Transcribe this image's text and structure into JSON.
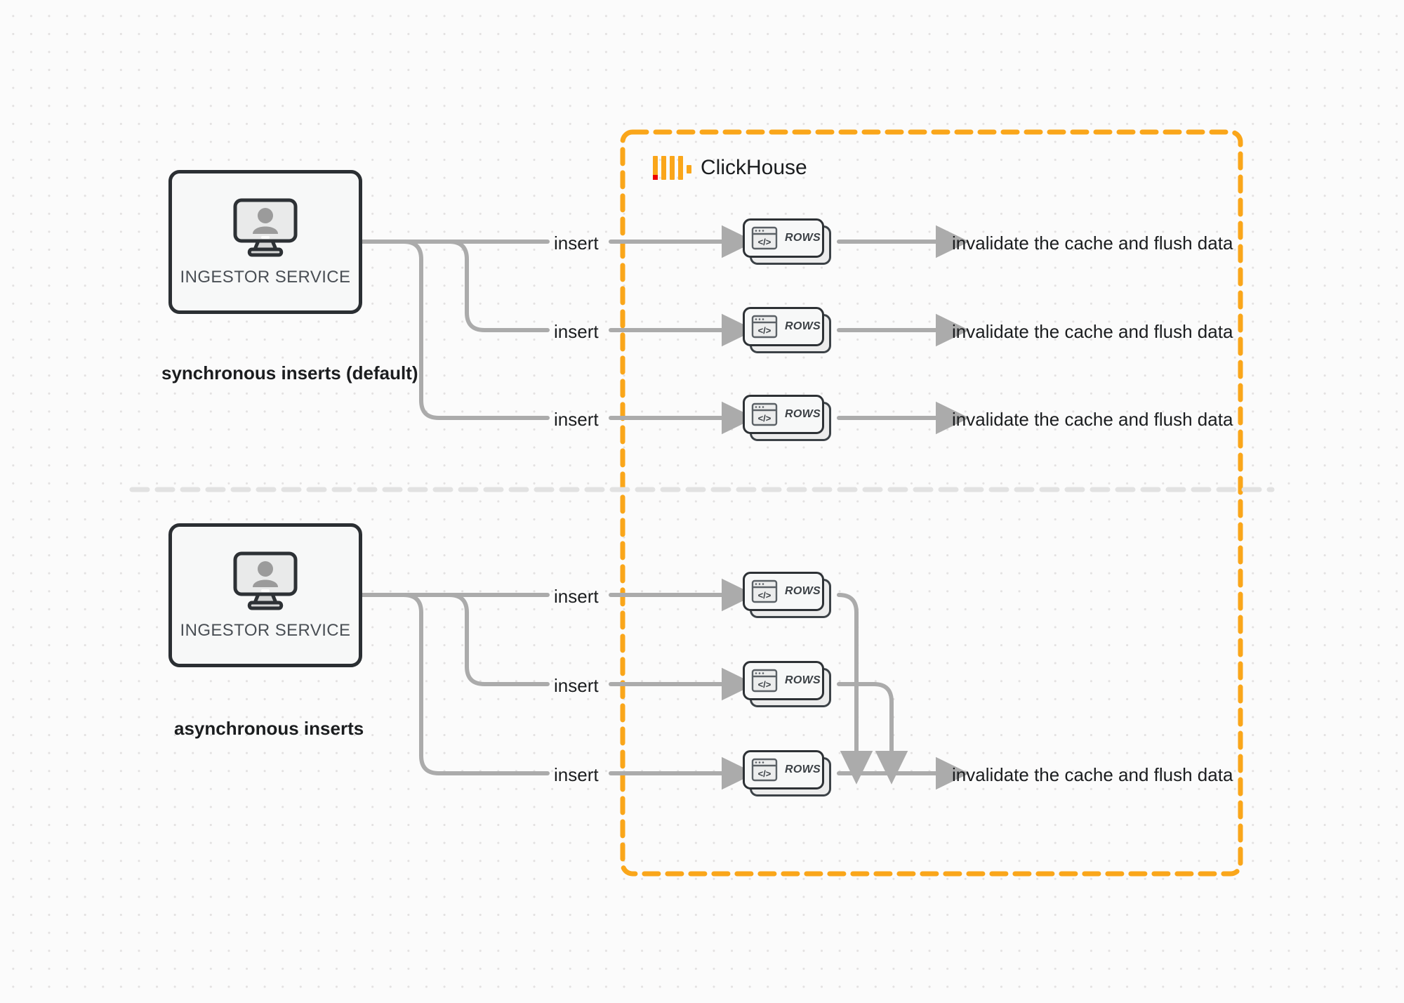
{
  "diagram": {
    "title": "ClickHouse synchronous vs asynchronous inserts",
    "colors": {
      "background": "#fbfbfb",
      "grid_dot": "#e3e1e1",
      "accent_orange": "#faa61a",
      "logo_red": "#ed0000",
      "connector_gray": "#ababab",
      "box_border": "#2b2f33",
      "text": "#1b1d1f"
    },
    "group": {
      "name": "ClickHouse",
      "border_style": "dashed",
      "border_color": "#faa61a"
    },
    "divider": {
      "style": "dashed",
      "color": "#e2e2e2"
    },
    "sections": [
      {
        "id": "synchronous",
        "caption": "synchronous inserts (default)",
        "service": {
          "label": "INGESTOR SERVICE",
          "icon": "monitor-user-icon"
        },
        "flows": [
          {
            "insert_label": "insert",
            "target": "ROWS",
            "result_label": "invalidate the cache and flush data"
          },
          {
            "insert_label": "insert",
            "target": "ROWS",
            "result_label": "invalidate the cache and flush data"
          },
          {
            "insert_label": "insert",
            "target": "ROWS",
            "result_label": "invalidate the cache and flush data"
          }
        ]
      },
      {
        "id": "asynchronous",
        "caption": "asynchronous inserts",
        "service": {
          "label": "INGESTOR SERVICE",
          "icon": "monitor-user-icon"
        },
        "flows": [
          {
            "insert_label": "insert",
            "target": "ROWS"
          },
          {
            "insert_label": "insert",
            "target": "ROWS"
          },
          {
            "insert_label": "insert",
            "target": "ROWS"
          }
        ],
        "merged_result_label": "invalidate the cache and flush data"
      }
    ]
  }
}
